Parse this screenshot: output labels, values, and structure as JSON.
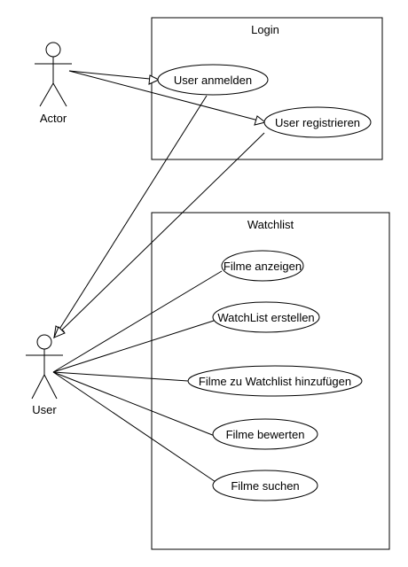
{
  "diagram": {
    "boundaries": {
      "login": {
        "title": "Login"
      },
      "watchlist": {
        "title": "Watchlist"
      }
    },
    "actors": {
      "actor": {
        "label": "Actor"
      },
      "user": {
        "label": "User"
      }
    },
    "use_cases": {
      "user_anmelden": "User anmelden",
      "user_registrieren": "User registrieren",
      "filme_anzeigen": "Filme anzeigen",
      "watchlist_erstellen": "WatchList erstellen",
      "filme_hinzufuegen": "Filme zu Watchlist hinzufügen",
      "filme_bewerten": "Filme bewerten",
      "filme_suchen": "Filme suchen"
    }
  }
}
